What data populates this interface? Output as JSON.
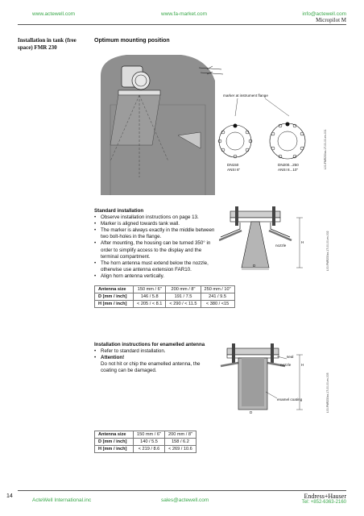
{
  "header": {
    "link_left": "www.actewell.com",
    "link_center": "www.fa-market.com",
    "link_right": "info@actewell.com",
    "product": "Micropilot M"
  },
  "side_title": "Installation in tank (free space) FMR 230",
  "section1": {
    "title": "Optimum mounting position",
    "marker_label": "marker at instrument flange",
    "flange_left": [
      "DN150",
      "ANSI 6\""
    ],
    "flange_right": [
      "DN200...250",
      "ANSI 8...10\""
    ],
    "figure_code": "L00-FMR230xx-17-00-00-en-001"
  },
  "standard": {
    "heading": "Standard installation",
    "items": [
      "Observe installation instructions on page 13.",
      "Marker is aligned towards tank wall.",
      "The marker is always exactly in the middle between two bolt-holes in the flange.",
      "After mounting, the housing can be turned 350° in order to simplify access to the display and the terminal compartment.",
      "The horn antenna must extend below the nozzle, otherwise use antenna extension FAR10.",
      "Align horn antenna vertically."
    ],
    "fig_labels": {
      "nozzle": "nozzle",
      "h": "H",
      "d": "D"
    },
    "figure_code": "L00-FMR230xx-17-00-00-en-002"
  },
  "table1": {
    "header": [
      "Antenna size",
      "150 mm / 6\"",
      "200 mm / 8\"",
      "250 mm / 10\""
    ],
    "rows": [
      [
        "D [mm / inch]",
        "146 / 5.8",
        "191 / 7.5",
        "241 / 9.5"
      ],
      [
        "H [mm / inch]",
        "< 205 / < 8.1",
        "< 290 / < 11.5",
        "< 380 / <15"
      ]
    ]
  },
  "enamelled": {
    "heading": "Installation instructions for enamelled antenna",
    "item1": "Refer to standard installation.",
    "attention": "Attention!",
    "attention_text": "Do not hit or chip the enamelled antenna, the coating can be damaged.",
    "fig_labels": {
      "seal": "seal",
      "nozzle": "nozzle",
      "h": "H",
      "coating": "enamel coating",
      "d": "D"
    },
    "figure_code": "L00-FMR230xx-17-00-00-en-005"
  },
  "table2": {
    "header": [
      "Antenna size",
      "150 mm / 6\"",
      "200 mm / 8\""
    ],
    "rows": [
      [
        "D [mm / inch]",
        "140 / 5.5",
        "158 / 6.2"
      ],
      [
        "H [mm / inch]",
        "< 219 / 8.6",
        "< 269 / 10.6"
      ]
    ]
  },
  "footer": {
    "page": "14",
    "company": "ActeWell International.inc",
    "email": "sales@actewell.com",
    "brand": "Endress+Hauser",
    "tel": "Tel: +852-6363-2160"
  }
}
